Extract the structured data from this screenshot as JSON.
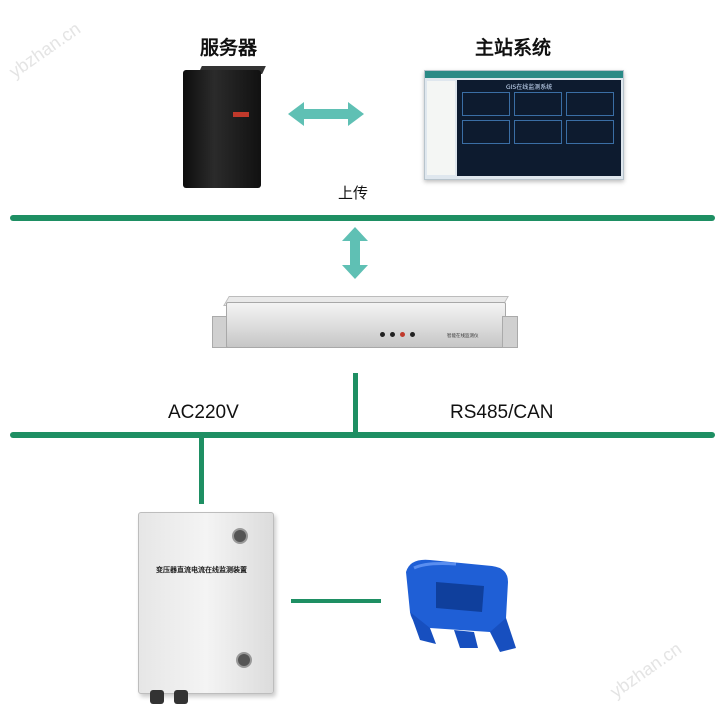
{
  "labels": {
    "server": "服务器",
    "master_station": "主站系统",
    "upload": "上传",
    "ac": "AC220V",
    "rs485": "RS485/CAN"
  },
  "screen_title": "GIS在线监测系统",
  "rack_text": "智能在线监测仪",
  "cabinet_text": "变压器直流电流在线监测装置",
  "watermarks": [
    "ybzhan.cn",
    "ybzhan.cn"
  ],
  "colors": {
    "bus": "#1e8f63",
    "arrow": "#5fc0b4",
    "sensor": "#1f5fd6"
  }
}
